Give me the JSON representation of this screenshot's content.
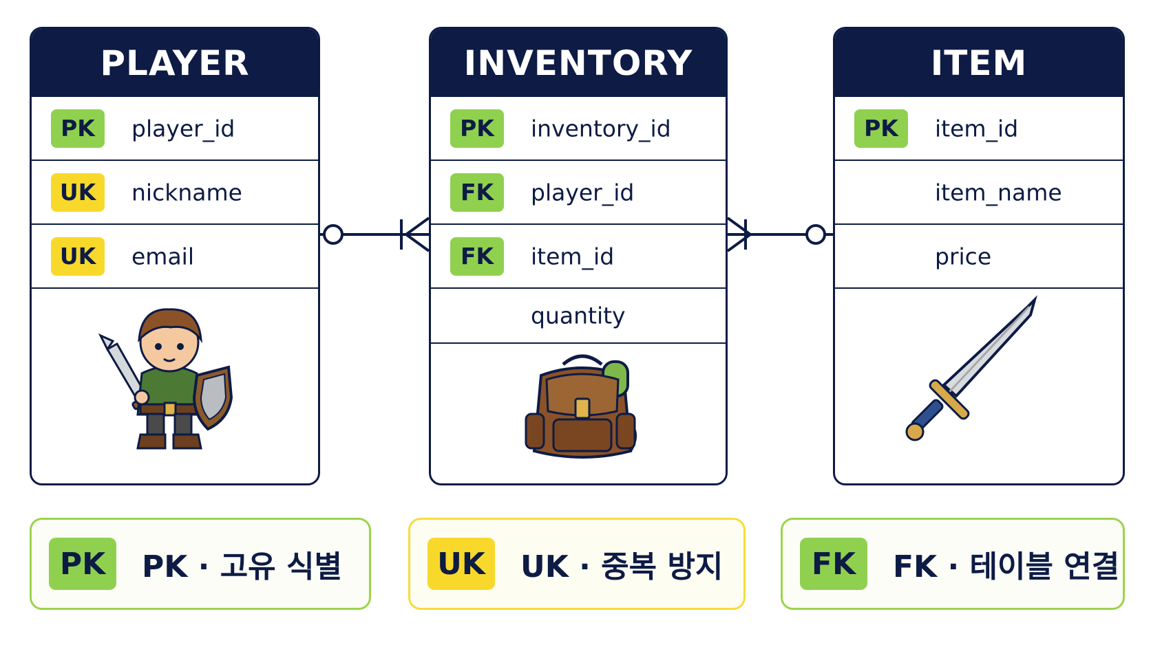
{
  "entities": {
    "player": {
      "title": "PLAYER",
      "rows": [
        {
          "key": "PK",
          "field": "player_id"
        },
        {
          "key": "UK",
          "field": "nickname"
        },
        {
          "key": "UK",
          "field": "email"
        }
      ]
    },
    "inventory": {
      "title": "INVENTORY",
      "rows": [
        {
          "key": "PK",
          "field": "inventory_id"
        },
        {
          "key": "FK",
          "field": "player_id"
        },
        {
          "key": "FK",
          "field": "item_id"
        },
        {
          "key": "",
          "field": "quantity"
        }
      ]
    },
    "item": {
      "title": "ITEM",
      "rows": [
        {
          "key": "PK",
          "field": "item_id"
        },
        {
          "key": "",
          "field": "item_name"
        },
        {
          "key": "",
          "field": "price"
        }
      ]
    }
  },
  "relationships": [
    {
      "from": "PLAYER",
      "to": "INVENTORY",
      "from_end": "zero-or-one",
      "to_end": "one-or-many"
    },
    {
      "from": "INVENTORY",
      "to": "ITEM",
      "from_end": "one-or-many",
      "to_end": "zero-or-one"
    }
  ],
  "legend": [
    {
      "badge": "PK",
      "text": "PK · 고유 식별"
    },
    {
      "badge": "UK",
      "text": "UK · 중복 방지"
    },
    {
      "badge": "FK",
      "text": "FK · 테이블 연결"
    }
  ],
  "illustrations": {
    "player": "knight-character-icon",
    "inventory": "backpack-icon",
    "item": "sword-icon"
  },
  "colors": {
    "header": "#0d1b45",
    "pk_fk_badge": "#8fd14f",
    "uk_badge": "#f8d92b",
    "line": "#0d1b45"
  }
}
